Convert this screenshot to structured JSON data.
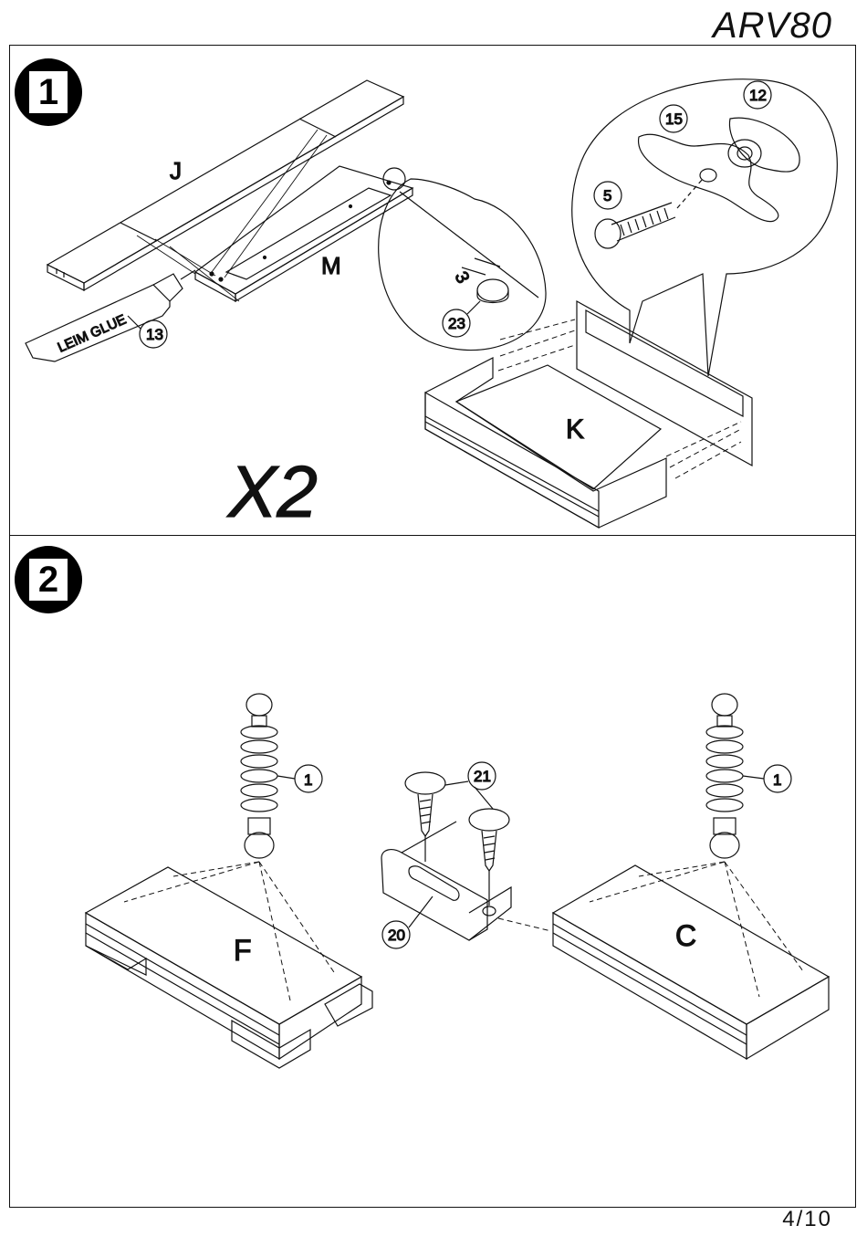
{
  "header": {
    "model_code": "ARV80"
  },
  "footer": {
    "page_number": "4/10"
  },
  "step1": {
    "number": "1",
    "labels": {
      "panel_j": "J",
      "panel_m": "M",
      "panel_k": "K",
      "glue_text": "LEIM GLUE",
      "repeat": "X2",
      "dimension": "3"
    },
    "parts": [
      "13",
      "23",
      "15",
      "12",
      "5"
    ]
  },
  "step2": {
    "number": "2",
    "labels": {
      "panel_f": "F",
      "panel_c": "C"
    },
    "parts": [
      "1",
      "21",
      "20",
      "1"
    ]
  }
}
